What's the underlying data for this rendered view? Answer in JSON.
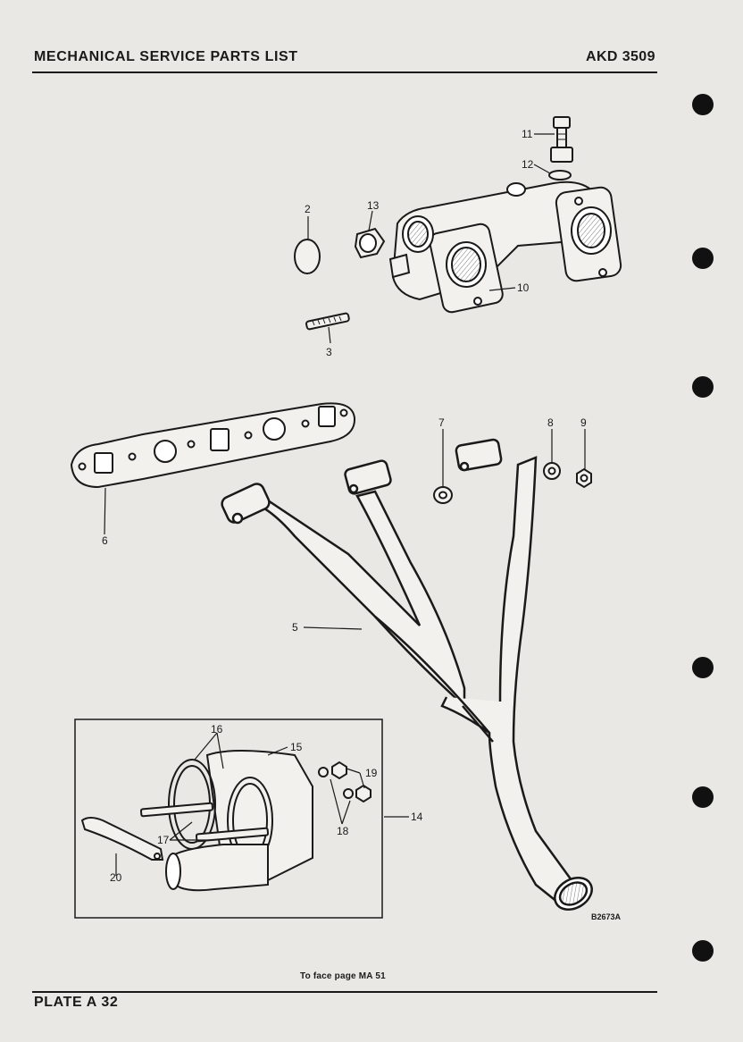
{
  "header": {
    "title": "MECHANICAL SERVICE PARTS LIST",
    "code": "AKD 3509"
  },
  "footer": {
    "plate": "PLATE A 32",
    "face_note": "To face page MA 51"
  },
  "drawing": {
    "reference": "B2673A",
    "callouts": {
      "c2": "2",
      "c3": "3",
      "c5": "5",
      "c6": "6",
      "c7": "7",
      "c8": "8",
      "c9": "9",
      "c10": "10",
      "c11": "11",
      "c12": "12",
      "c13": "13",
      "c14": "14",
      "c15": "15",
      "c16": "16",
      "c17": "17",
      "c18": "18",
      "c19": "19",
      "c20": "20"
    }
  }
}
